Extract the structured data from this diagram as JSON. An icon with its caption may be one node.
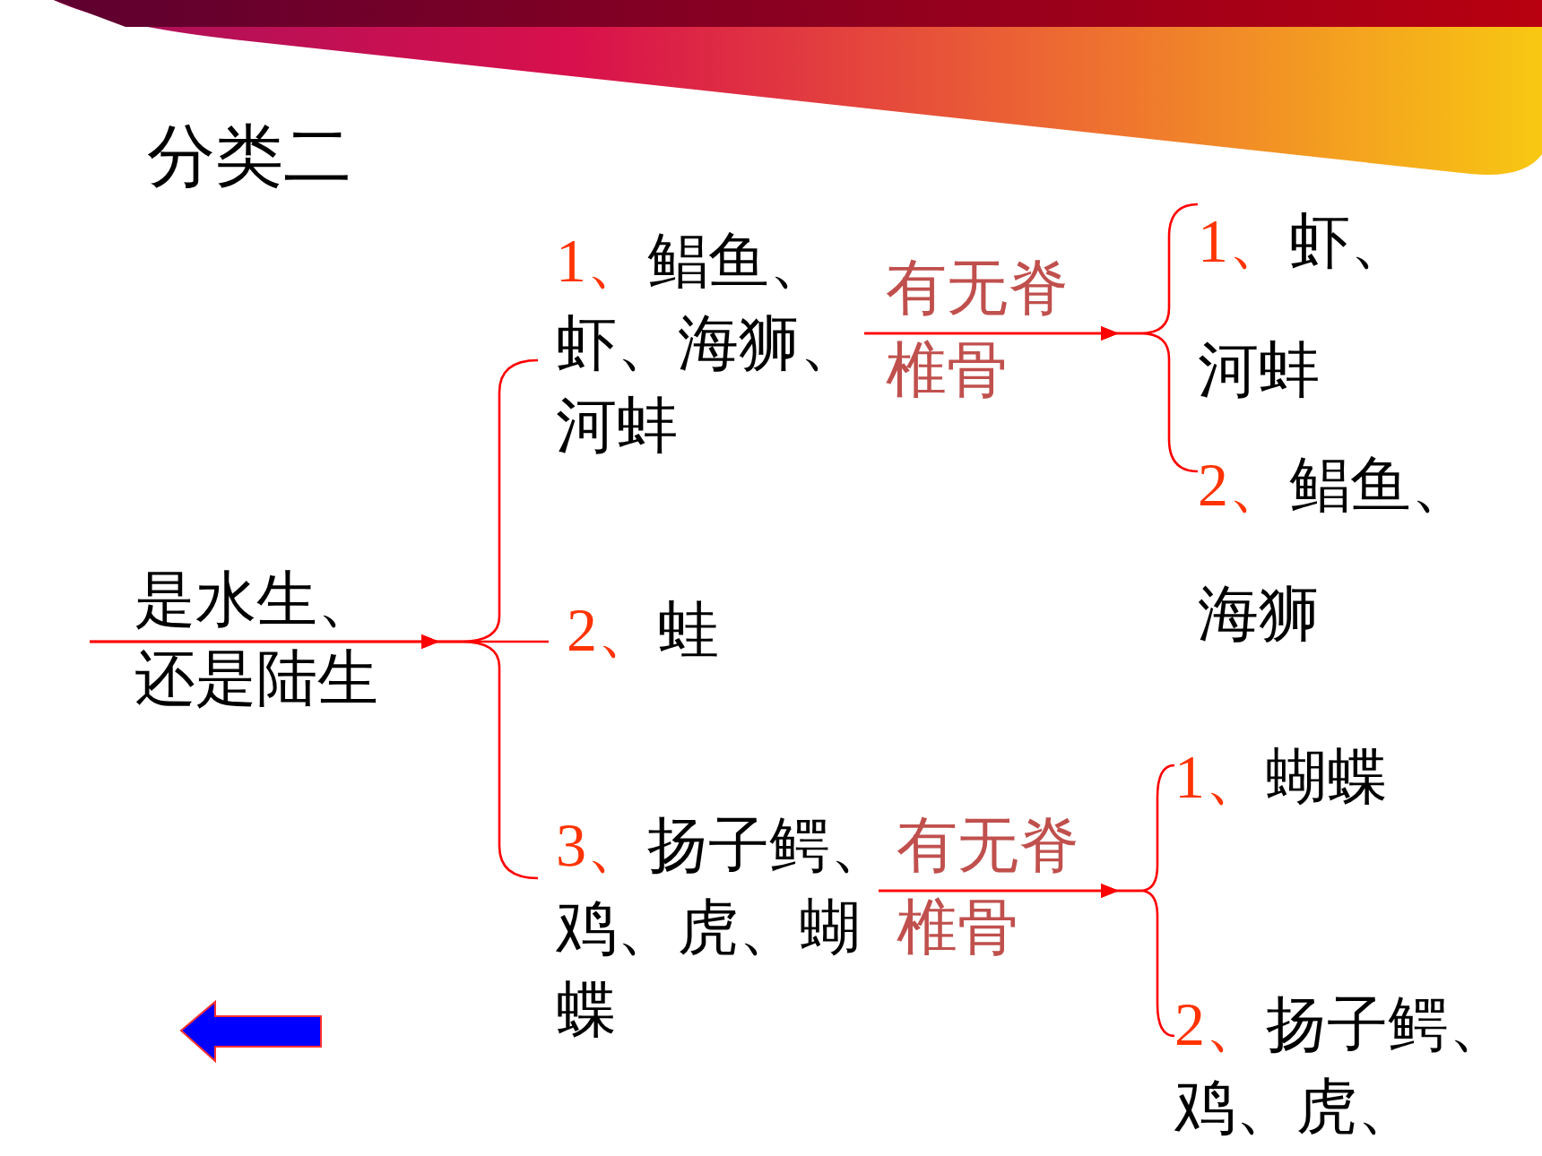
{
  "diagram": {
    "title": "分类二",
    "nodes": [
      {
        "text": [
          "是水生、还是陆生"
        ]
      },
      {
        "text": [
          "1、",
          "鲳鱼、虾、海狮、河蚌"
        ]
      },
      {
        "text": [
          "2、",
          "蛙"
        ]
      },
      {
        "text": [
          "3、",
          "扬子鳄、鸡、虎、蝴蝶"
        ]
      },
      {
        "text": [
          "1、",
          "虾、河蚌"
        ]
      },
      {
        "text": [
          "2、",
          "鲳鱼、海狮"
        ]
      },
      {
        "text": [
          "1、",
          "蝴蝶"
        ]
      },
      {
        "text": [
          "2、",
          "扬子鳄、鸡、虎、"
        ]
      }
    ],
    "edges": [
      {
        "from": 0,
        "to": 1,
        "arrow": "to"
      },
      {
        "from": 0,
        "to": 2,
        "arrow": "to"
      },
      {
        "from": 0,
        "to": 3,
        "arrow": "to"
      },
      {
        "from": 1,
        "to": 4,
        "arrow": "to",
        "label": "有无脊椎骨"
      },
      {
        "from": 1,
        "to": 5,
        "arrow": "to"
      },
      {
        "from": 3,
        "to": 6,
        "arrow": "to",
        "label": "有无脊椎骨"
      },
      {
        "from": 3,
        "to": 7,
        "arrow": "to"
      }
    ]
  }
}
